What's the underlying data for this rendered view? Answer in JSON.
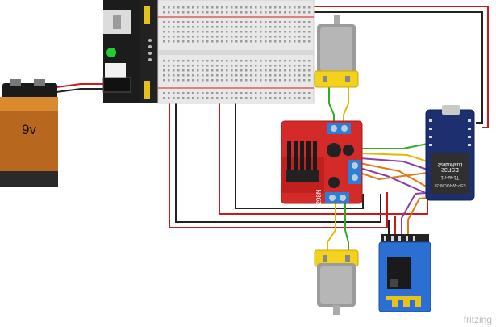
{
  "battery": {
    "label": "9v"
  },
  "module_labels": {
    "esp32_line1": "LuaNodes2",
    "esp32_line2": "ESP32",
    "esp32_line3": "T1-ar-n1",
    "esp32_line4": "ESP-WROOM-32",
    "l298n": "L298N"
  },
  "watermark": "fritzing",
  "colors": {
    "wire_red": "#cc1a1a",
    "wire_black": "#222222",
    "wire_green": "#33aa22",
    "wire_yellow": "#e6b800",
    "wire_purple": "#8a3fa8",
    "wire_orange": "#e07a1a",
    "l298n_board": "#d42a2a",
    "esp32_board": "#1d2f6e",
    "hc05_board": "#2a6fd1",
    "motor_cap": "#f4d11a",
    "battery_top": "#1a1a1a",
    "battery_body": "#b8671f"
  }
}
